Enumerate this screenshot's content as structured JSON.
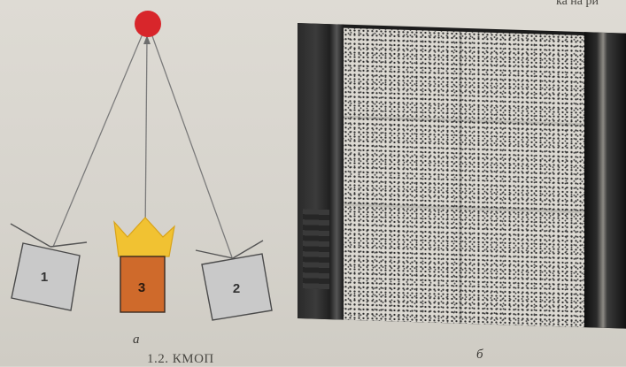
{
  "figure": {
    "top_right_fragment": "ка на ри",
    "diagram": {
      "boxes": [
        {
          "label": "1",
          "color": "#c9c9c9"
        },
        {
          "label": "3",
          "color": "#cf6a2b"
        },
        {
          "label": "2",
          "color": "#c9c9c9"
        }
      ],
      "root_color": "#d8262b",
      "crown_color": "#f1c232"
    },
    "label_a": "а",
    "label_b": "б",
    "caption": "1.2. КМОП"
  }
}
